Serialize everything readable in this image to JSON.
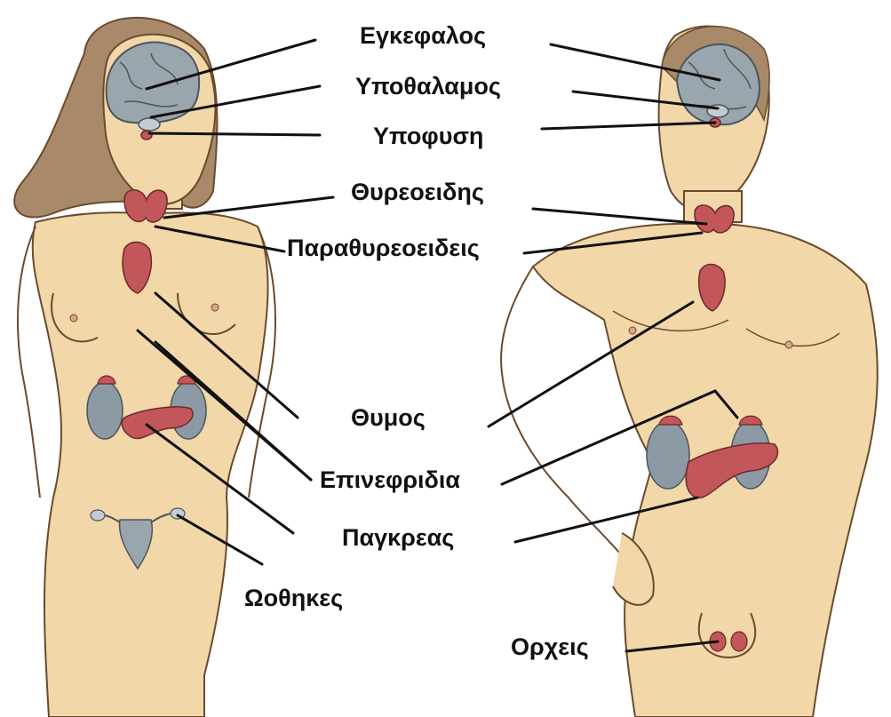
{
  "labels": {
    "brain": "Εγκεφαλος",
    "hypothalamus": "Υποθαλαμος",
    "pituitary": "Υποφυση",
    "thyroid": "Θυρεοειδης",
    "parathyroids": "Παραθυρεοειδεις",
    "thymus": "Θυμος",
    "adrenals": "Επινεφριδια",
    "pancreas": "Παγκρεας",
    "ovaries": "Ωοθηκες",
    "testes": "Ορχεις"
  },
  "colors": {
    "skin": "#f2d7a8",
    "skin_outline": "#6b4a2e",
    "hair": "#a88a6a",
    "brain": "#9aa6ad",
    "gland": "#c2565a",
    "kidney": "#8c9aa6",
    "leader_line": "#111111"
  },
  "icons": {
    "female_figure": "female-body-illustration",
    "male_figure": "male-body-illustration"
  }
}
